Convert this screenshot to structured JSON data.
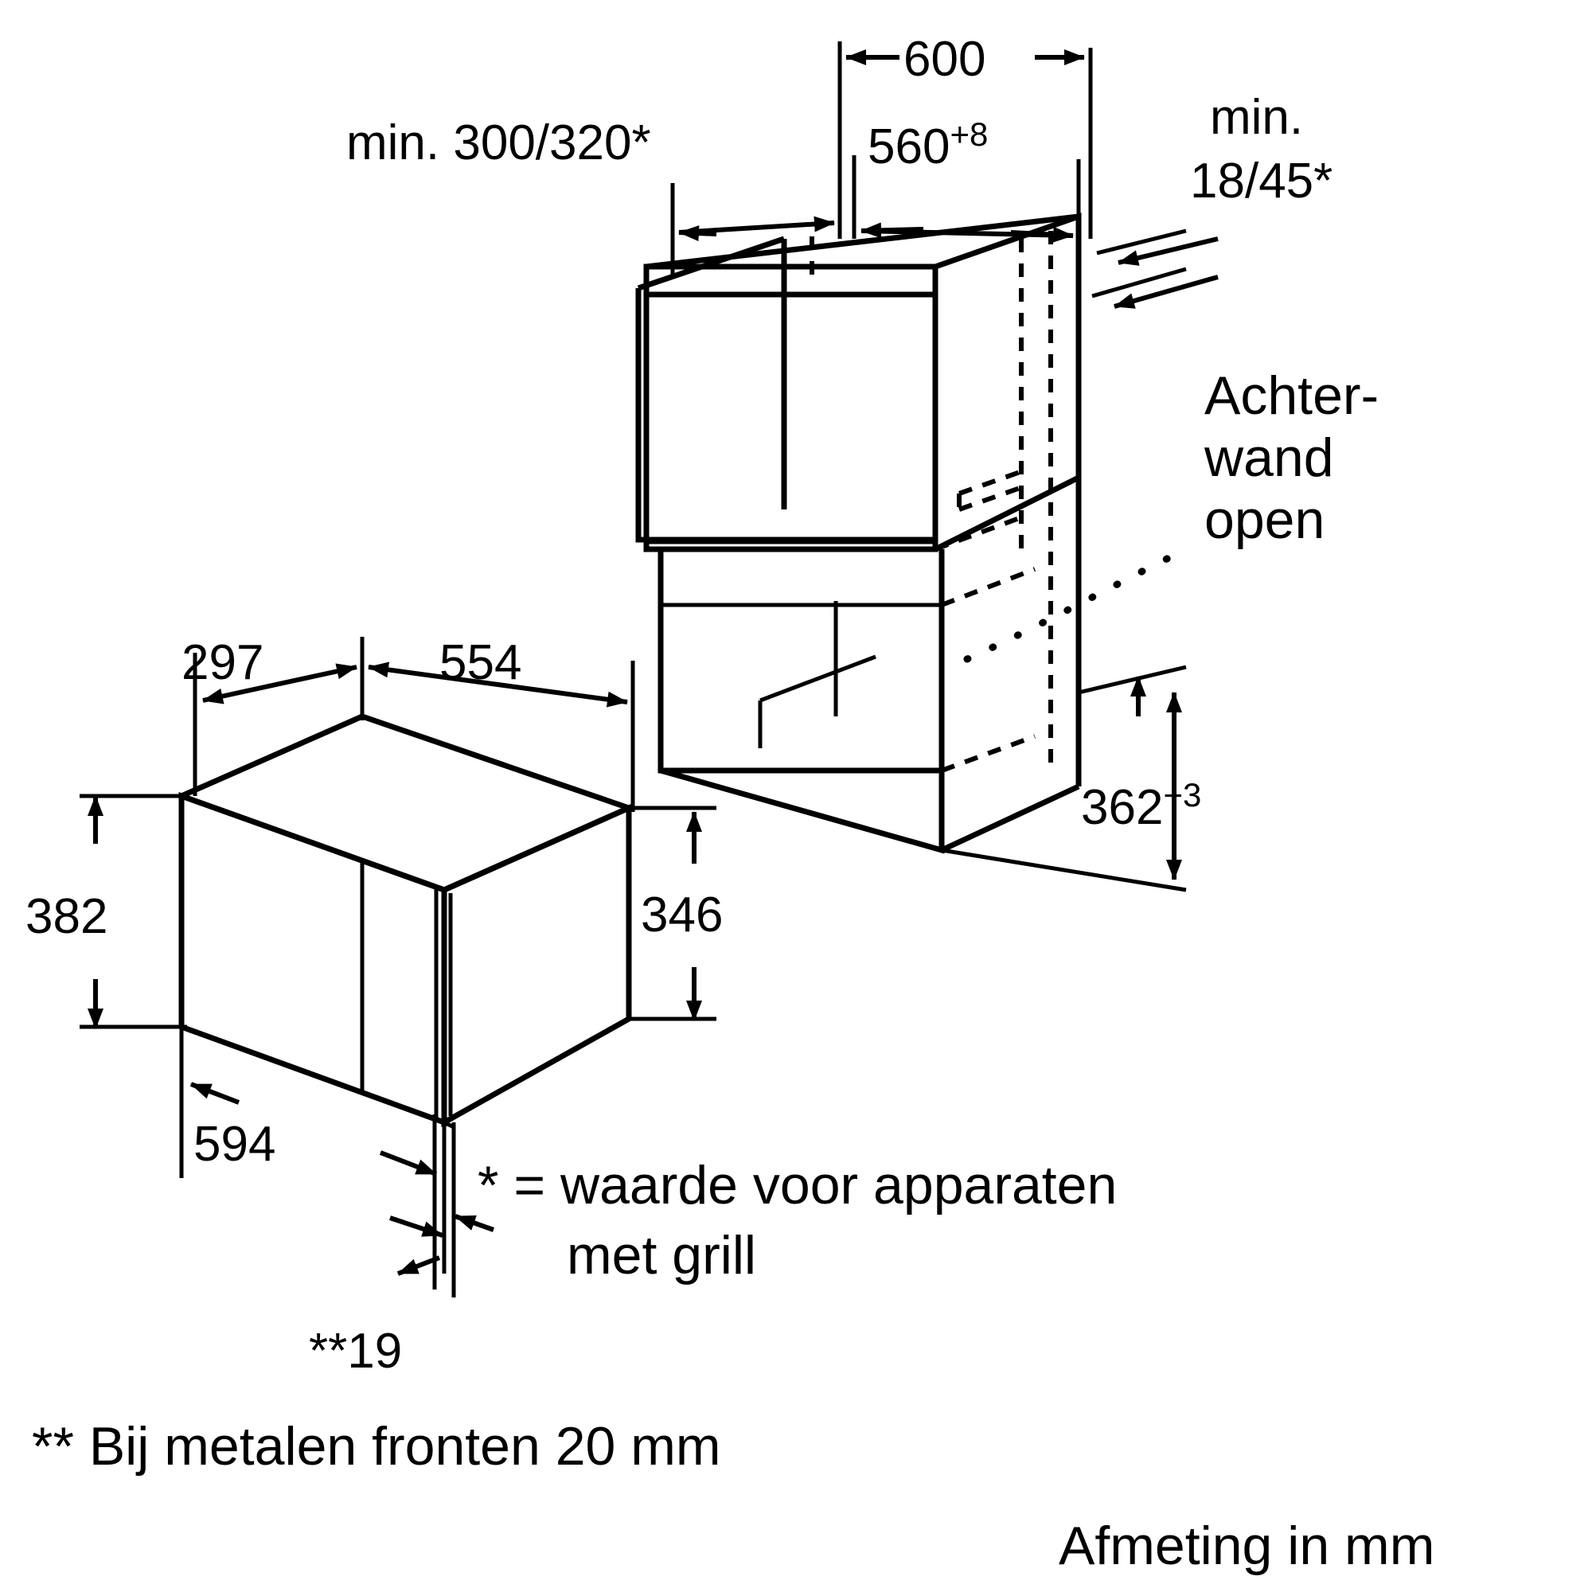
{
  "document": {
    "type": "installation-dimension-drawing",
    "language": "nl",
    "units_note": "Afmeting in mm",
    "ink_color": "#000000",
    "background_color": "#ffffff"
  },
  "dimensions": {
    "niche_min_height": "min. 300/320*",
    "cabinet_outer_width": "600",
    "niche_width": "560",
    "niche_width_tol": "+8",
    "min_rear_gap_label": "min.",
    "min_rear_gap_value": "18/45*",
    "niche_depth": "362",
    "niche_depth_tol": "+3",
    "appliance_depth_left": "297",
    "appliance_width_inner": "554",
    "appliance_height": "382",
    "appliance_depth_right": "346",
    "appliance_front_width": "594",
    "front_thickness": "**19"
  },
  "callouts": {
    "rear_wall": {
      "line1": "Achter-",
      "line2": "wand",
      "line3": "open"
    }
  },
  "footnotes": {
    "single_star_line1": "* = waarde voor apparaten",
    "single_star_line2": "met grill",
    "double_star": "** Bij metalen fronten 20 mm",
    "units": "Afmeting in mm"
  },
  "icons": {
    "arrow": "dimension-arrow",
    "hidden_edge": "dashed-hidden-edge",
    "leader": "dotted-leader"
  }
}
